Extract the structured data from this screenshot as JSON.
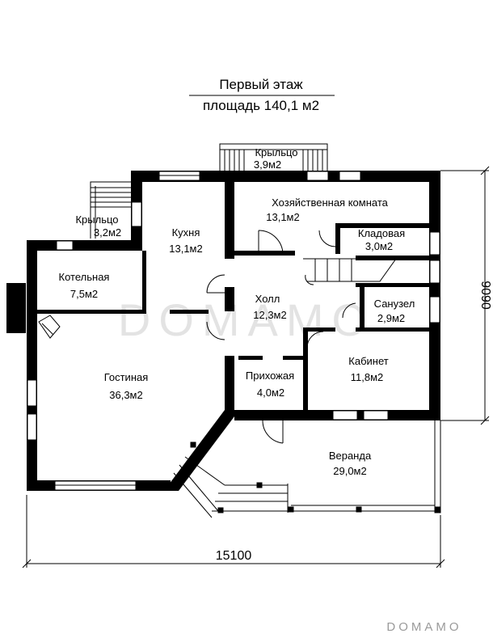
{
  "title": {
    "line1": "Первый этаж",
    "line2": "площадь 140,1 м2"
  },
  "rooms": [
    {
      "id": "porch-top",
      "name": "Крыльцо",
      "area": "3,9м2"
    },
    {
      "id": "utility",
      "name": "Хозяйственная комната",
      "area": "13,1м2"
    },
    {
      "id": "porch-left",
      "name": "Крыльцо",
      "area": "3,2м2"
    },
    {
      "id": "kitchen",
      "name": "Кухня",
      "area": "13,1м2"
    },
    {
      "id": "pantry",
      "name": "Кладовая",
      "area": "3,0м2"
    },
    {
      "id": "boiler",
      "name": "Котельная",
      "area": "7,5м2"
    },
    {
      "id": "hall",
      "name": "Холл",
      "area": "12,3м2"
    },
    {
      "id": "bathroom",
      "name": "Санузел",
      "area": "2,9м2"
    },
    {
      "id": "study",
      "name": "Кабинет",
      "area": "11,8м2"
    },
    {
      "id": "living",
      "name": "Гостиная",
      "area": "36,3м2"
    },
    {
      "id": "entry",
      "name": "Прихожая",
      "area": "4,0м2"
    },
    {
      "id": "veranda",
      "name": "Веранда",
      "area": "29,0м2"
    }
  ],
  "dimensions": {
    "width": "15100",
    "height": "9090"
  },
  "watermark": {
    "center": "DOMAMO",
    "corner": "DOMAMO"
  }
}
